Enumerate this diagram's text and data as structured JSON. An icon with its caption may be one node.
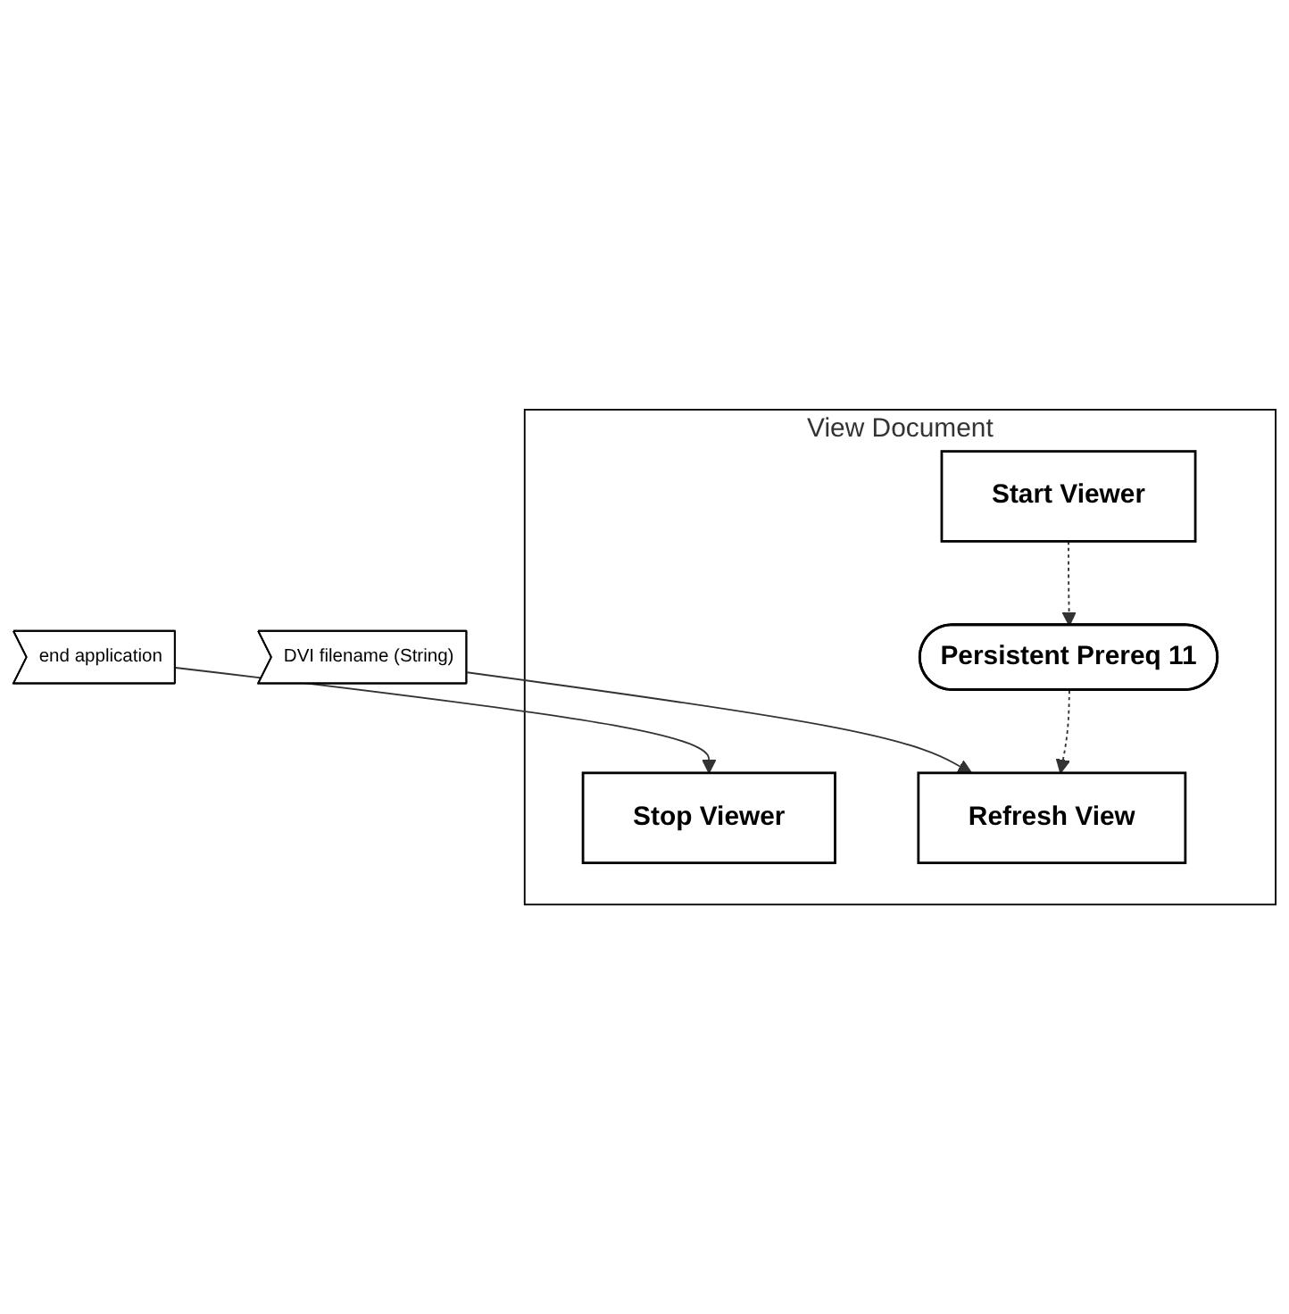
{
  "diagram": {
    "nodes": [
      {
        "text": [
          "View Document"
        ]
      },
      {
        "text": [
          "end application"
        ]
      },
      {
        "text": [
          "DVI filename (String)"
        ]
      },
      {
        "text": [
          "Stop Viewer"
        ],
        "in": 0
      },
      {
        "text": [
          "Start Viewer"
        ],
        "in": 0
      },
      {
        "text": [
          "Persistent Prereq 11"
        ],
        "in": 0
      },
      {
        "text": [
          "Refresh View"
        ],
        "in": 0
      }
    ],
    "edges": [
      {
        "from": 1,
        "to": 3,
        "arrow": "to"
      },
      {
        "from": 2,
        "to": 6,
        "arrow": "to"
      },
      {
        "from": 4,
        "to": 5,
        "arrow": "to",
        "style": "dashed"
      },
      {
        "from": 5,
        "to": 6,
        "arrow": "to",
        "style": "dashed"
      }
    ]
  }
}
